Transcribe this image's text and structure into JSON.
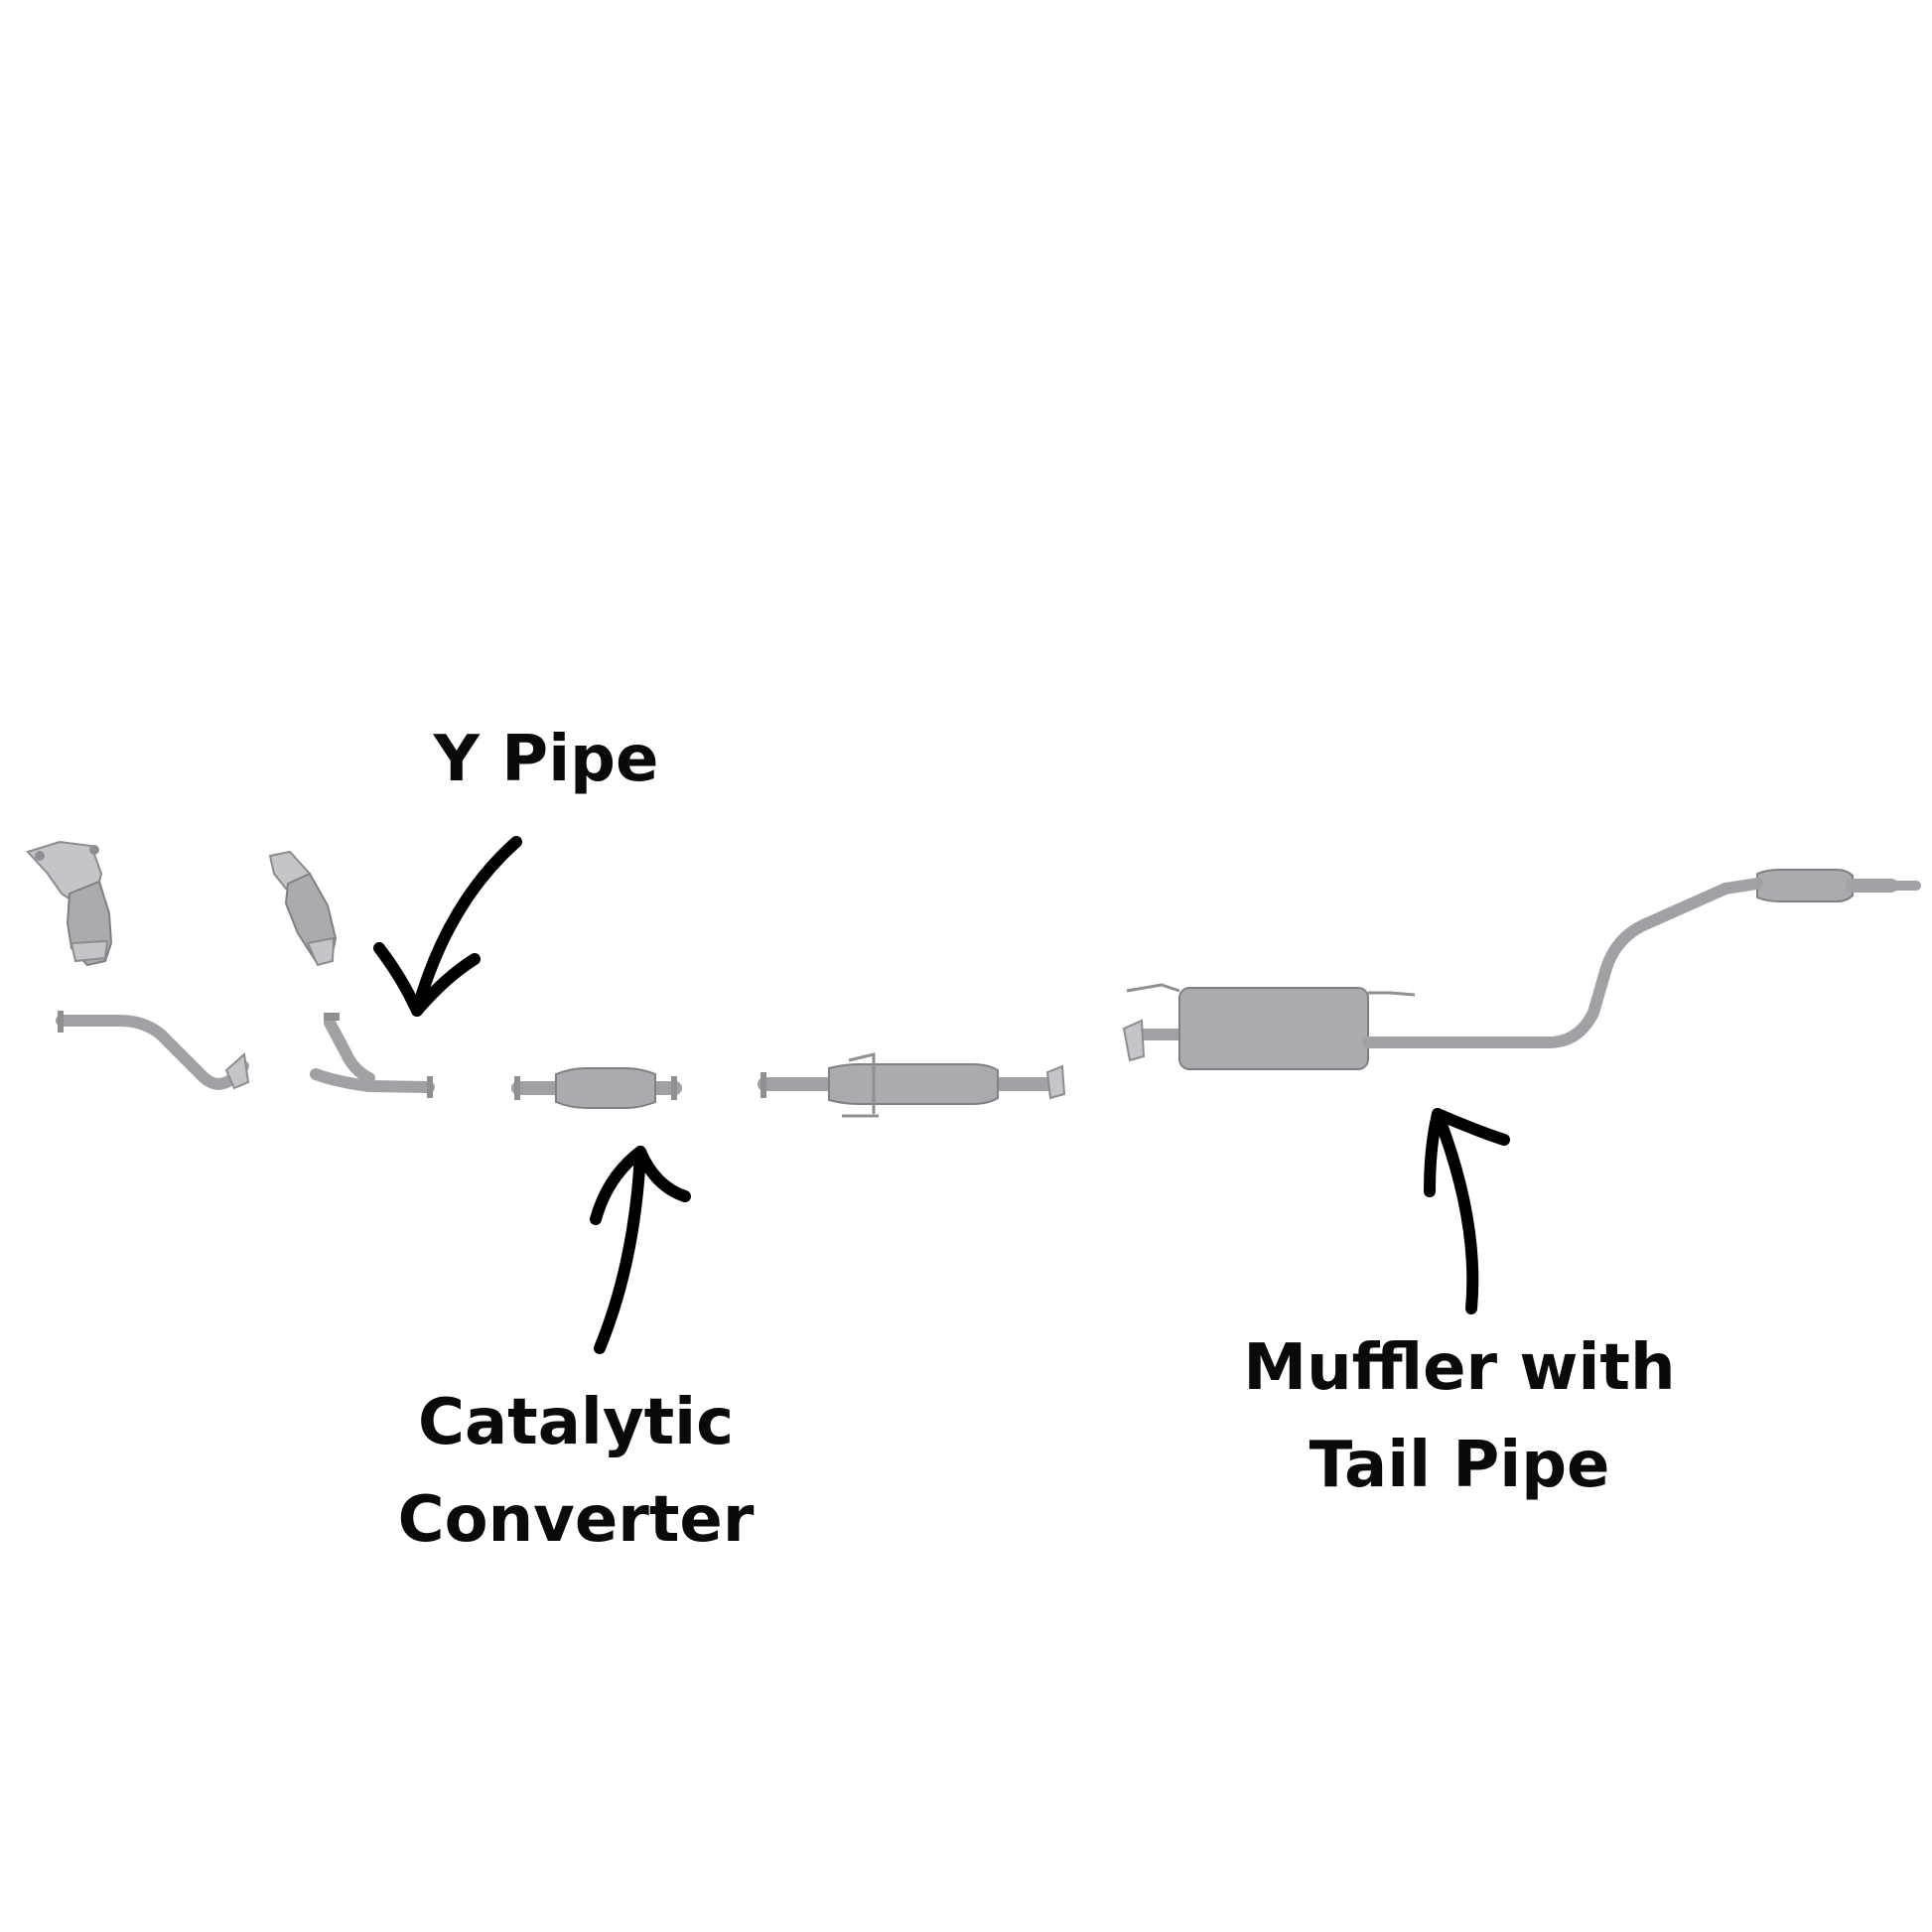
{
  "labels": {
    "y_pipe": "Y Pipe",
    "catalytic_converter": [
      "Catalytic",
      "Converter"
    ],
    "muffler_tail_pipe": [
      "Muffler with",
      "Tail Pipe"
    ]
  },
  "parts": [
    {
      "name": "left-manifold-catalytic-converter",
      "icon": "manifold-converter-icon"
    },
    {
      "name": "right-manifold-catalytic-converter",
      "icon": "manifold-converter-icon"
    },
    {
      "name": "front-pipe",
      "icon": "bent-pipe-icon"
    },
    {
      "name": "y-pipe",
      "icon": "y-pipe-icon"
    },
    {
      "name": "catalytic-converter",
      "icon": "catalytic-converter-icon"
    },
    {
      "name": "resonator-pipe",
      "icon": "resonator-pipe-icon"
    },
    {
      "name": "muffler-with-tail-pipe",
      "icon": "muffler-tail-pipe-icon"
    }
  ],
  "colors": {
    "background": "#ffffff",
    "metal": "#a9abae",
    "metal_light": "#c3c5c8",
    "arrow": "#000000"
  }
}
